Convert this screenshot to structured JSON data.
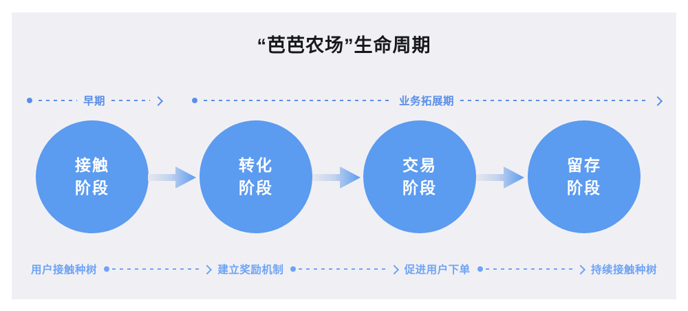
{
  "card": {
    "background_color": "#f0f0f4",
    "page_background_color": "#ffffff"
  },
  "header": {
    "title": "“芭芭农场”生命周期"
  },
  "colors": {
    "circle_blue": "#5b9bf0",
    "phase_label_blue": "#5a8ee8",
    "action_label_blue": "#6fa3f5",
    "title_black": "#17181a",
    "arrow_gradient_start": "#e2e4ea",
    "arrow_gradient_end": "#5b9bf0"
  },
  "phases": [
    {
      "id": "early",
      "label": "早期"
    },
    {
      "id": "expansion",
      "label": "业务拓展期"
    }
  ],
  "stages": [
    {
      "id": "contact",
      "line1": "接触",
      "line2": "阶段"
    },
    {
      "id": "conversion",
      "line1": "转化",
      "line2": "阶段"
    },
    {
      "id": "transaction",
      "line1": "交易",
      "line2": "阶段"
    },
    {
      "id": "retention",
      "line1": "留存",
      "line2": "阶段"
    }
  ],
  "actions": [
    {
      "id": "contact-tree",
      "label": "用户接触种树"
    },
    {
      "id": "reward-system",
      "label": "建立奖励机制"
    },
    {
      "id": "promote-order",
      "label": "促进用户下单"
    },
    {
      "id": "continuous-tree",
      "label": "持续接触种树"
    }
  ],
  "icons": {
    "track_dot": "dot-icon",
    "track_arrowhead": "chevron-right-icon",
    "flow_arrow": "block-arrow-right-icon"
  }
}
